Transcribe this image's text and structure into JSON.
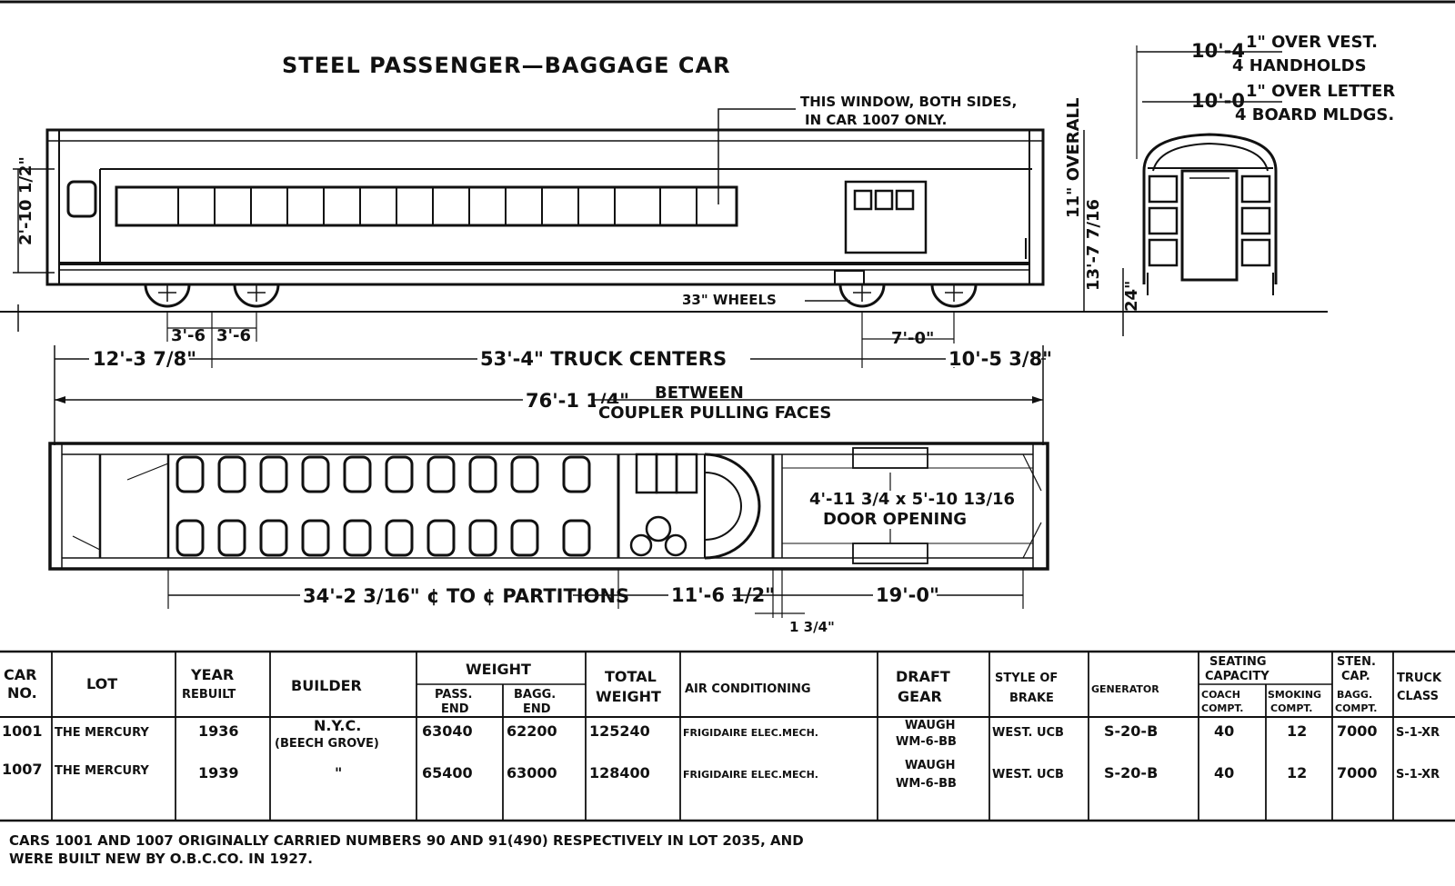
{
  "title": "STEEL PASSENGER—BAGGAGE CAR",
  "annotations": {
    "window_note_1": "THIS WINDOW, BOTH SIDES,",
    "window_note_2": "IN CAR 1007 ONLY.",
    "over_vest_a": "10'-4",
    "over_vest_b": "1\" OVER VEST.",
    "over_vest_c": "4 HANDHOLDS",
    "over_letter_a": "10'-0",
    "over_letter_b": "1\" OVER LETTER",
    "over_letter_c": "4 BOARD MLDGS.",
    "overall_height": "11\" OVERALL",
    "height_13": "13'-7 7/16",
    "height_2": "2'-10 1/2\"",
    "rail_24": "24\"",
    "wheels": "33\" WHEELS",
    "wheelbase_a": "3'-6",
    "wheelbase_b": "3'-6",
    "truck_wheelbase": "7'-0\"",
    "end_left": "12'-3 7/8\"",
    "truck_centers": "53'-4\" TRUCK CENTERS",
    "end_right": "10'-5 3/8\"",
    "length": "76'-1 1/4\"",
    "between_1": "BETWEEN",
    "between_2": "COUPLER PULLING FACES",
    "door_1": "4'-11 3/4 x 5'-10 13/16",
    "door_2": "DOOR OPENING",
    "partition_a": "34'-2 3/16\" ¢ TO ¢ PARTITIONS",
    "partition_b": "11'-6 1/2\"",
    "partition_c": "19'-0\"",
    "partition_d": "1 3/4\""
  },
  "table": {
    "headers": {
      "car_no": [
        "CAR",
        "NO."
      ],
      "lot": "LOT",
      "year": [
        "YEAR",
        "REBUILT"
      ],
      "builder": "BUILDER",
      "weight": "WEIGHT",
      "pass_end": [
        "PASS.",
        "END"
      ],
      "bagg_end": [
        "BAGG.",
        "END"
      ],
      "total": [
        "TOTAL",
        "WEIGHT"
      ],
      "air": "AIR CONDITIONING",
      "draft": [
        "DRAFT",
        "GEAR"
      ],
      "brake": [
        "STYLE OF",
        "BRAKE"
      ],
      "generator": "GENERATOR",
      "seating": [
        "SEATING",
        "CAPACITY"
      ],
      "coach": [
        "COACH",
        "COMPT."
      ],
      "smoking": [
        "SMOKING",
        "COMPT."
      ],
      "sten": [
        "STEN.",
        "CAP."
      ],
      "bagg_compt": [
        "BAGG.",
        "COMPT."
      ],
      "truck": [
        "TRUCK",
        "CLASS"
      ]
    },
    "rows": [
      {
        "car": "1001",
        "lot": "THE MERCURY",
        "year": "1936",
        "builder": [
          "N.Y.C.",
          "(BEECH GROVE)"
        ],
        "pass": "63040",
        "bagg": "62200",
        "total": "125240",
        "air": "FRIGIDAIRE ELEC.MECH.",
        "draft": [
          "WAUGH",
          "WM-6-BB"
        ],
        "brake": "WEST. UCB",
        "gen": "S-20-B",
        "coach": "40",
        "smoking": "12",
        "sten": "7000",
        "truck": "S-1-XR"
      },
      {
        "car": "1007",
        "lot": "THE MERCURY",
        "year": "1939",
        "builder": [
          "\""
        ],
        "pass": "65400",
        "bagg": "63000",
        "total": "128400",
        "air": "FRIGIDAIRE ELEC.MECH.",
        "draft": [
          "WAUGH",
          "WM-6-BB"
        ],
        "brake": "WEST. UCB",
        "gen": "S-20-B",
        "coach": "40",
        "smoking": "12",
        "sten": "7000",
        "truck": "S-1-XR"
      }
    ]
  },
  "footnote": {
    "line1": "CARS 1001 AND 1007 ORIGINALLY CARRIED NUMBERS 90 AND 91(490) RESPECTIVELY IN LOT 2035, AND",
    "line2": "WERE BUILT NEW BY O.B.C.CO. IN 1927."
  }
}
